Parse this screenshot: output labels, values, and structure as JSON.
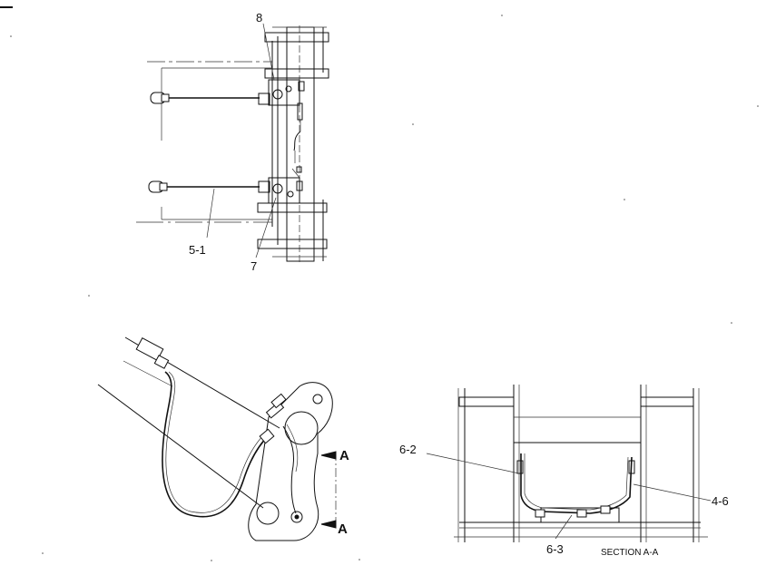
{
  "labels": {
    "top_callout_8": "8",
    "top_callout_5_1": "5-1",
    "top_callout_7": "7",
    "bottom_left_arrow_A_top": "A",
    "bottom_left_arrow_A_bottom": "A",
    "section_callout_6_2": "6-2",
    "section_callout_4_6": "4-6",
    "section_callout_6_3": "6-3",
    "section_title": "SECTION A-A"
  }
}
